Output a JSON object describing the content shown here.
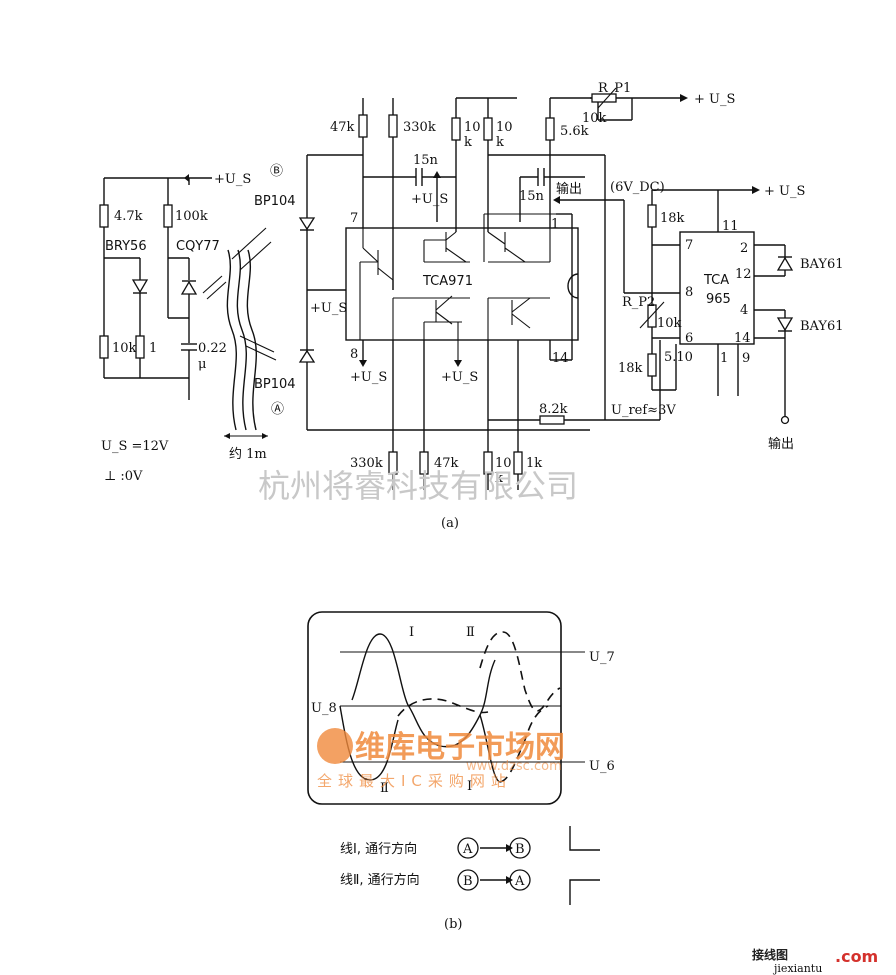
{
  "figure_a": {
    "caption": "(a)",
    "supply": "U_S =12V",
    "ground": "⊥ :0V",
    "distance": "约 1m",
    "left_block": {
      "r1": "4.7k",
      "r2": "100k",
      "r3": "10k",
      "r4": "1",
      "diode": "BRY56",
      "led": "CQY77",
      "cap": "0.22",
      "cap_unit": "μ",
      "supply": "+U_S"
    },
    "photodiodes": {
      "top": "BP104",
      "bottom": "BP104",
      "mark_top": "Ⓑ",
      "mark_bottom": "Ⓐ"
    },
    "center": {
      "ic": "TCA971",
      "r_top": [
        "47k",
        "330k",
        "10",
        "k",
        "10",
        "k",
        "5.6k"
      ],
      "r_bottom": [
        "330k",
        "47k",
        "10",
        "k",
        "1k"
      ],
      "cap1": "15n",
      "cap2": "15n",
      "pin7": "7",
      "pin8": "8",
      "pin1": "1",
      "pin14": "14",
      "supply_left": "+U_S",
      "supply_us1": "+U_S",
      "supply_us2": "+U_S",
      "supply_us3": "+U_S",
      "output_label": "输出",
      "r_feedback": "8.2k",
      "uref": "U_ref≈3V"
    },
    "right": {
      "ic_line1": "TCA",
      "ic_line2": "965",
      "pins": [
        "11",
        "7",
        "2",
        "12",
        "8",
        "4",
        "6",
        "14",
        "1",
        "9",
        "5.10"
      ],
      "rp1": "R_P1",
      "rp1_val": "10k",
      "rp2": "R_P2",
      "rp2_val": "10k",
      "r18k_a": "18k",
      "r18k_b": "18k",
      "supply": "+ U_S",
      "supply2": "+ U_S",
      "vdc": "(6V_DC)",
      "diode1": "BAY61",
      "diode2": "BAY61",
      "output": "输出"
    }
  },
  "figure_b": {
    "caption": "(b)",
    "curve1": "Ⅰ",
    "curve2": "Ⅱ",
    "curve1_b": "Ⅰ",
    "curve2_b": "Ⅱ",
    "u7": "U_7",
    "u8": "U_8",
    "u6": "U_6",
    "legend": [
      {
        "text": "线Ⅰ, 通行方向",
        "from": "A",
        "to": "B"
      },
      {
        "text": "线Ⅱ, 通行方向",
        "from": "B",
        "to": "A"
      }
    ]
  },
  "watermarks": {
    "main": "杭州将睿科技有限公司",
    "logo1": "维库电子市场网",
    "logo2": "全球最大IC采购网站",
    "logo3": "www.dzsc.com",
    "corner1": "接线图",
    "corner2": ".com",
    "corner3": "jiexiantu"
  }
}
